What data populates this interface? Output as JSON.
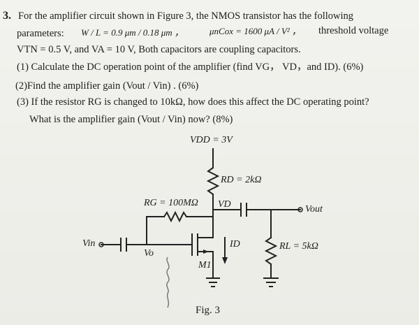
{
  "problem": {
    "number": "3.",
    "line1": "For the amplifier circuit shown in Figure 3, the NMOS transistor has the following",
    "line2a": "parameters:",
    "wl": "W / L = 0.9 μm / 0.18 μm ，",
    "mucox": "μnCox = 1600 μA / V² ，",
    "line2b": "threshold   voltage",
    "line3": "VTN = 0.5 V, and  VA = 10 V, Both capacitors are coupling capacitors.",
    "q1": "(1) Calculate the DC operation point of the amplifier (find  VG， VD，and  ID). (6%)",
    "q2": "(2)Find the amplifier gain  (Vout / Vin) . (6%)",
    "q3a": "(3) If the resistor  RG  is changed to 10kΩ, how does this affect the DC operating point?",
    "q3b": "What is the amplifier gain  (Vout / Vin)  now? (8%)"
  },
  "circuit": {
    "vdd": "VDD = 3V",
    "rd": "RD = 2kΩ",
    "rg": "RG = 100MΩ",
    "vd": "VD",
    "vout": "Vout",
    "vin": "Vin",
    "vo": "Vo",
    "id": "ID",
    "m1": "M1",
    "rl": "RL = 5kΩ",
    "fig": "Fig. 3"
  }
}
